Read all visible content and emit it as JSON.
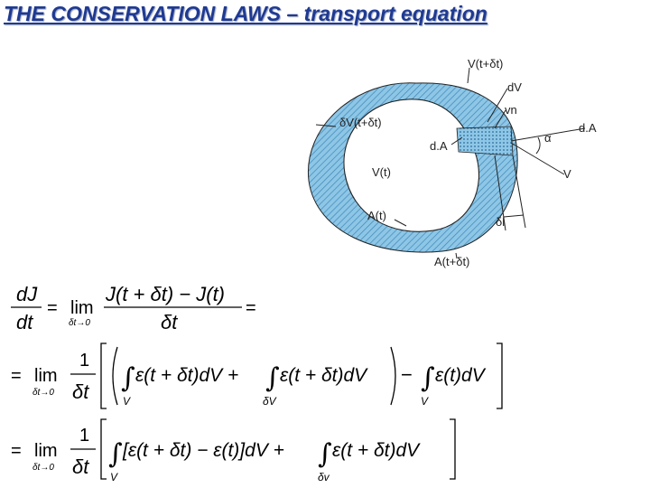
{
  "title": "THE CONSERVATION LAWS – transport equation",
  "diagram": {
    "labels": {
      "v_t_dt": "V(t+δt)",
      "dV": "dV",
      "vn": "vn",
      "dA_right": "d.A",
      "alpha": "α",
      "dA_mid": "d.A",
      "deltaV": "δV(t+δt)",
      "V_t": "V(t)",
      "v": "V",
      "A_t": "A(t)",
      "dl": "δl",
      "A_t_dt": "A(t+δt)"
    },
    "colors": {
      "fill": "#8ec6e6",
      "hatch": "#3f87b8",
      "line": "#222222"
    }
  },
  "equations": {
    "line1": {
      "lhs_num": "dJ",
      "lhs_den": "dt",
      "eq1": "=",
      "lim": "lim",
      "lim_sub": "δt→0",
      "num": "J(t + δt) − J(t)",
      "den": "δt",
      "eq2": "="
    },
    "line2": {
      "eq": "=",
      "lim": "lim",
      "lim_sub": "δt→0",
      "frac_num": "1",
      "frac_den": "δt",
      "term1": "ε(t + δt)dV +",
      "term1_sub": "V",
      "term2": "ε(t + δt)dV",
      "term2_sub": "δV",
      "minus": "−",
      "term3": "ε(t)dV",
      "term3_sub": "V"
    },
    "line3": {
      "eq": "=",
      "lim": "lim",
      "lim_sub": "δt→0",
      "frac_num": "1",
      "frac_den": "δt",
      "term1": "[ε(t + δt) − ε(t)]dV +",
      "term1_sub": "V",
      "term2": "ε(t + δt)dV",
      "term2_sub": "δv"
    }
  }
}
